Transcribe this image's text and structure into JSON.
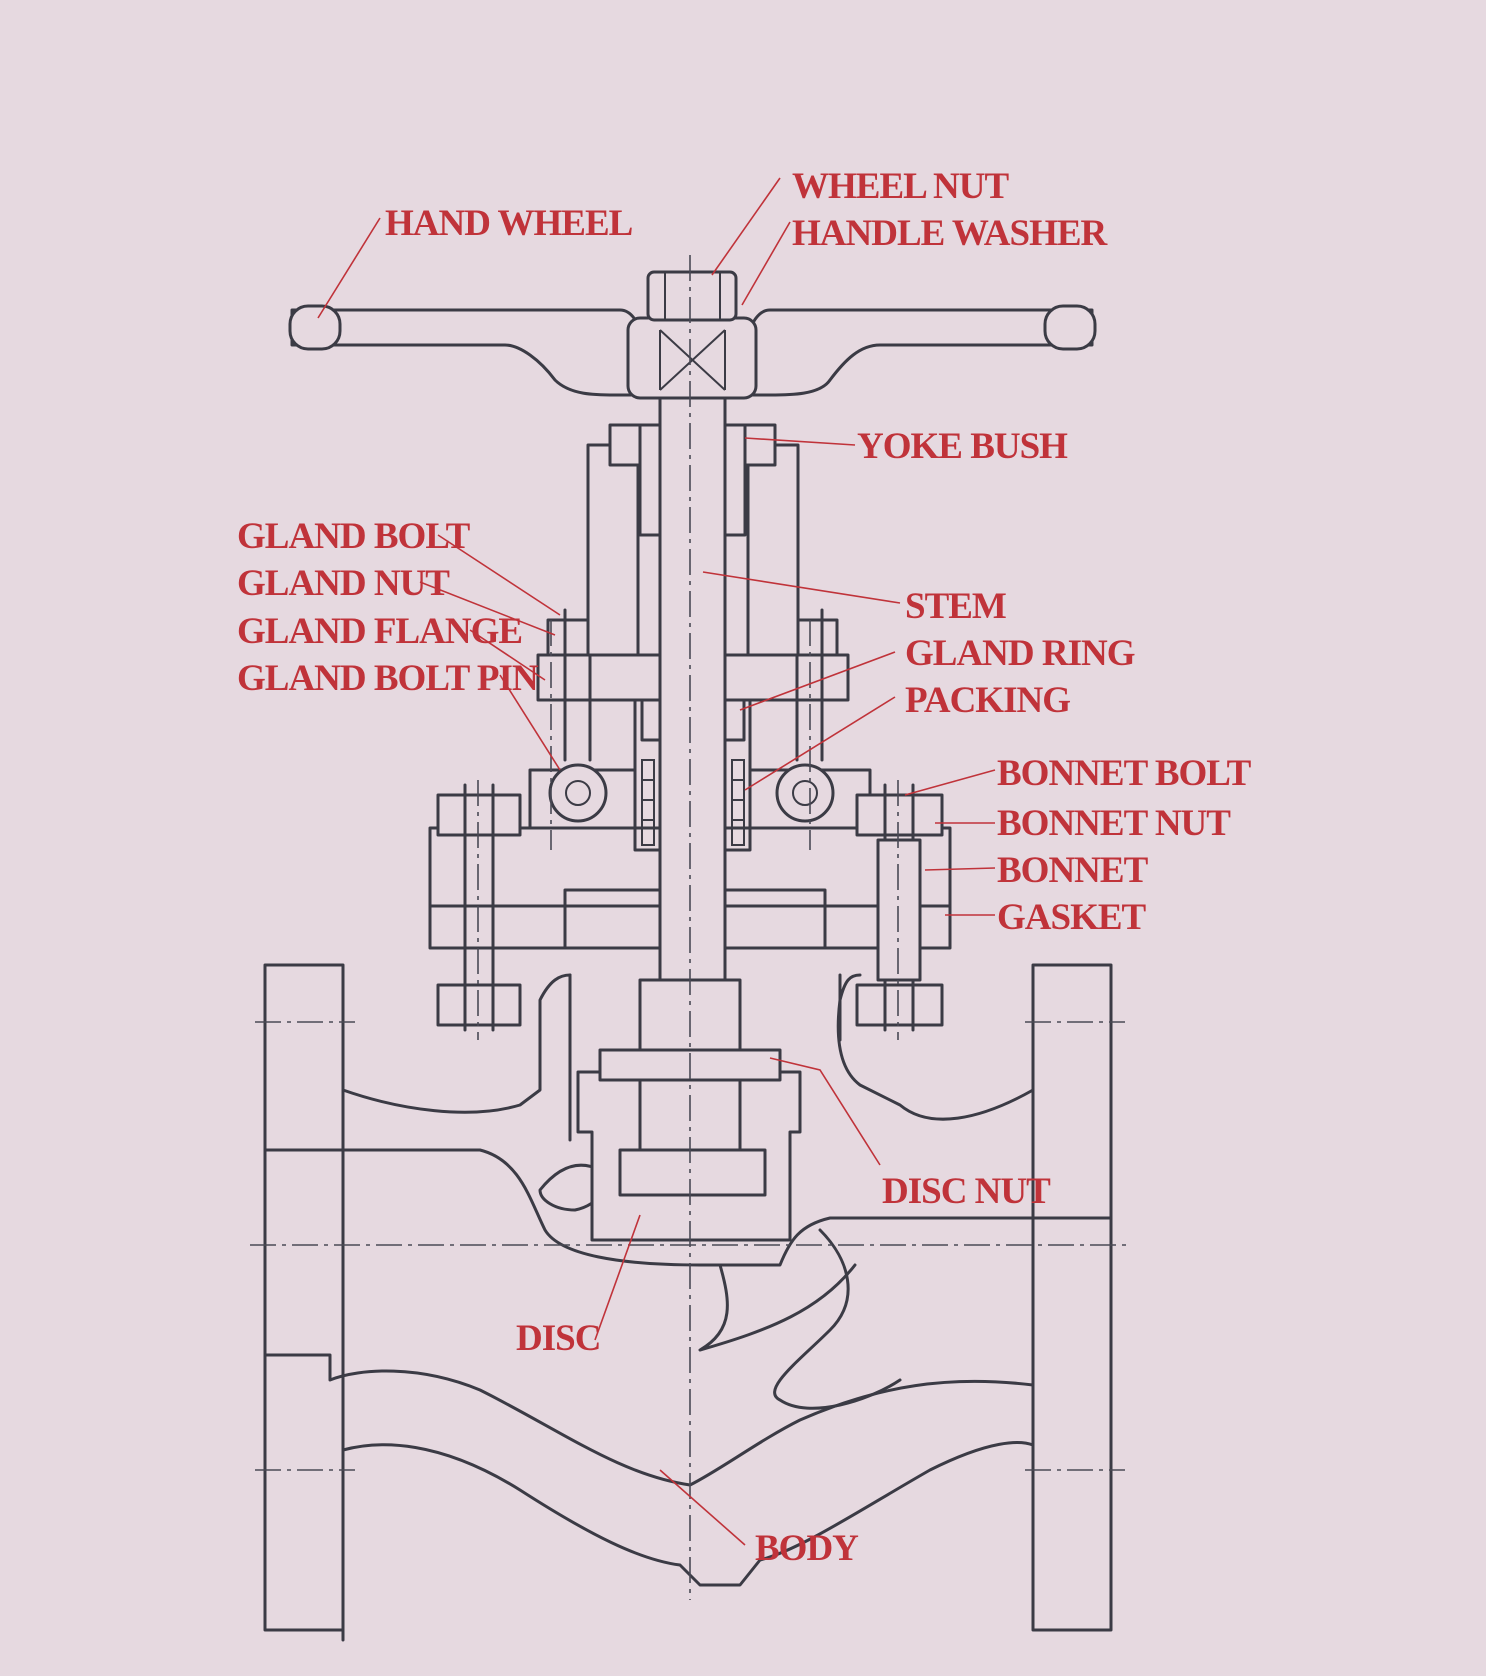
{
  "colors": {
    "background": "#e6d9e0",
    "label": "#c0333a",
    "line": "#3b3b45"
  },
  "labels": {
    "hand_wheel": "HAND WHEEL",
    "wheel_nut": "WHEEL NUT",
    "handle_washer": "HANDLE WASHER",
    "yoke_bush": "YOKE BUSH",
    "gland_bolt": "GLAND BOLT",
    "gland_nut": "GLAND NUT",
    "gland_flange": "GLAND FLANGE",
    "gland_bolt_pin": "GLAND BOLT PIN",
    "stem": "STEM",
    "gland_ring": "GLAND RING",
    "packing": "PACKING",
    "bonnet_bolt": "BONNET BOLT",
    "bonnet_nut": "BONNET NUT",
    "bonnet": "BONNET",
    "gasket": "GASKET",
    "disc_nut": "DISC NUT",
    "disc": "DISC",
    "body": "BODY"
  }
}
